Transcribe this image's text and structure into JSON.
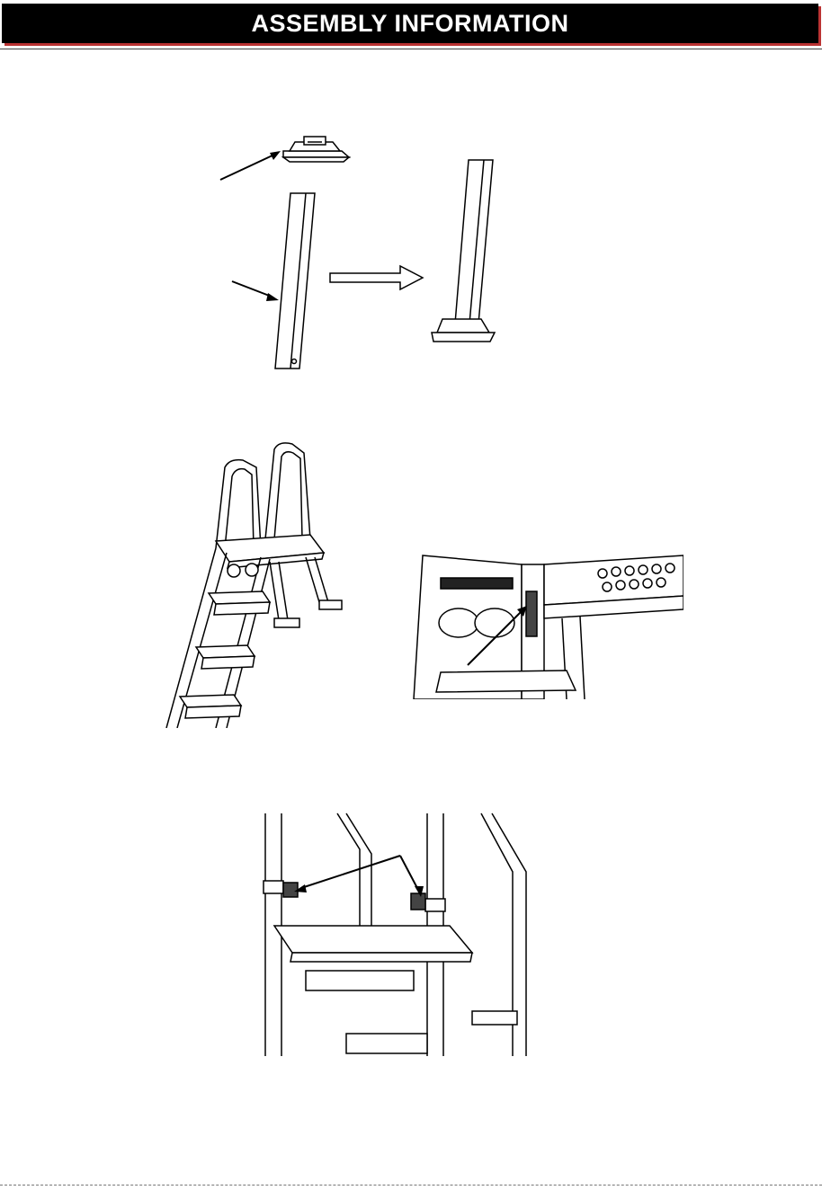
{
  "header": {
    "title": "ASSEMBLY INFORMATION",
    "accent_color": "#000000",
    "text_color": "#ffffff"
  },
  "figures": [
    {
      "id": "step-1",
      "icons": [
        "base-plate",
        "leg-tube",
        "assembled-leg",
        "right-arrow"
      ]
    },
    {
      "id": "step-2",
      "icons": [
        "ladder-overview",
        "ladder-detail-closeup"
      ]
    },
    {
      "id": "step-3",
      "icons": [
        "handrail-clamp-closeup"
      ]
    }
  ]
}
